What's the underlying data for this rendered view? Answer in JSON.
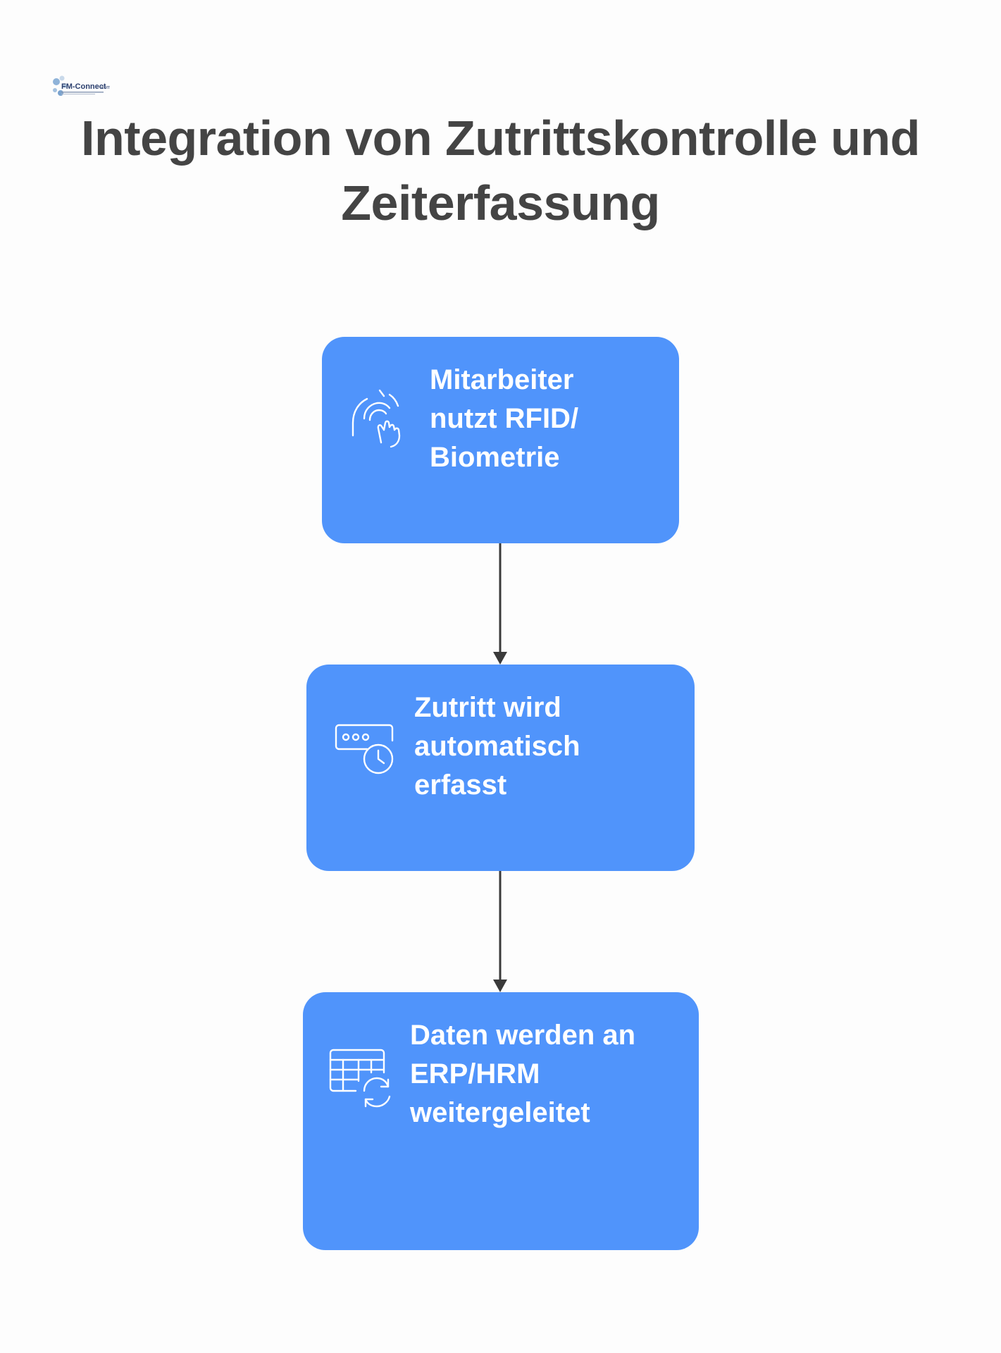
{
  "logo": {
    "text": "FM-Connect.com",
    "icon": "fm-connect-logo"
  },
  "title": {
    "line1": "Integration von Zutrittskontrolle und",
    "line2": "Zeiterfassung"
  },
  "steps": [
    {
      "label": "Mitarbeiter\nnutzt RFID/\nBiometrie",
      "icon": "touch-sensor-icon"
    },
    {
      "label": "Zutritt wird\nautomatisch\nerfasst",
      "icon": "password-clock-icon"
    },
    {
      "label": "Daten werden an\nERP/HRM\nweitergeleitet",
      "icon": "table-sync-icon"
    }
  ],
  "colors": {
    "box": "#5094fb",
    "title": "#444444",
    "connector": "#3a3a3a",
    "background": "#fdfdfd"
  }
}
